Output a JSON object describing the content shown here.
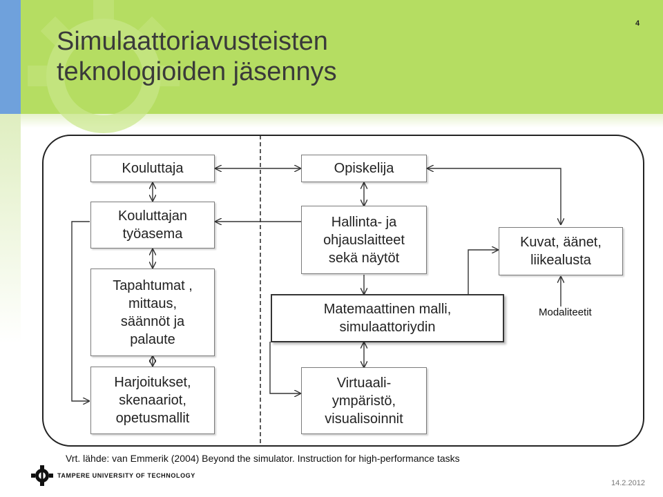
{
  "title": "Simulaattoriavusteisten teknologioiden jäsennys",
  "slide_number": "4",
  "boxes": {
    "kouluttaja": "Kouluttaja",
    "opiskelija": "Opiskelija",
    "tyoasema": "Kouluttajan\ntyöasema",
    "hallinta": "Hallinta- ja\nohjauslaitteet\nsekä näytöt",
    "tapahtumat": "Tapahtumat ,\nmittaus,\nsäännöt ja\npalaute",
    "malli": "Matemaattinen malli,\nsimulaattoriydin",
    "kuvat": "Kuvat, äänet,\nliikealusta",
    "harjoitukset": "Harjoitukset,\nskenaariot,\nopetusmallit",
    "virtuaali": "Virtuaali-\nympäristö,\nvisualisoinnit"
  },
  "modalities_label": "Modaliteetit",
  "source_note": "Vrt. lähde: van Emmerik (2004) Beyond the simulator. Instruction for high-performance tasks",
  "university": "TAMPERE UNIVERSITY OF TECHNOLOGY",
  "date": "14.2.2012",
  "colors": {
    "header_green": "#b5dd62",
    "stripe_blue": "#6fa1dc",
    "line": "#333333"
  }
}
